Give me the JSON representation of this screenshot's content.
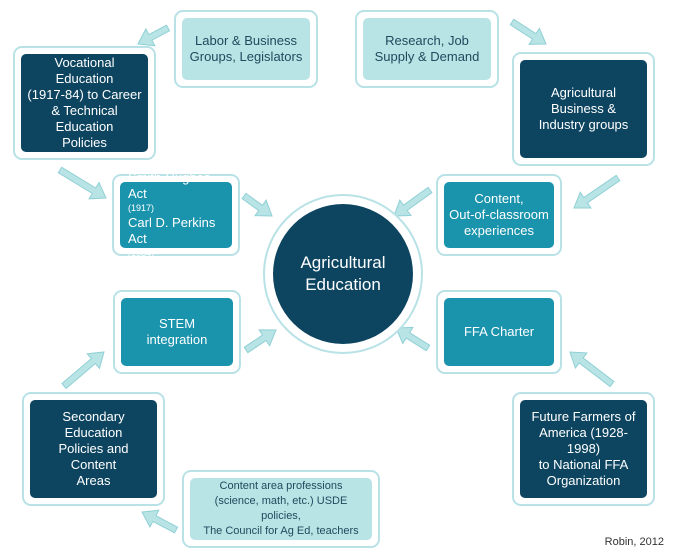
{
  "center": {
    "line1": "Agricultural",
    "line2": "Education"
  },
  "boxes": {
    "labor": {
      "lines": [
        "Labor & Business",
        "Groups, Legislators"
      ]
    },
    "research": {
      "lines": [
        "Research, Job",
        "Supply & Demand"
      ]
    },
    "vocational": {
      "lines": [
        "Vocational Education",
        "(1917-84) to Career",
        "& Technical Education",
        "Policies"
      ]
    },
    "agbusiness": {
      "lines": [
        "Agricultural",
        "Business &",
        "Industry groups"
      ]
    },
    "smith": {
      "act1": "Smith-Hughes Act",
      "year1": "(1917)",
      "act2": "Carl D. Perkins Act",
      "year2": "(1984)"
    },
    "content_exp": {
      "lines": [
        "Content,",
        "Out-of-classroom",
        "experiences"
      ]
    },
    "stem": {
      "lines": [
        "STEM",
        "integration"
      ]
    },
    "ffa_charter": {
      "lines": [
        "FFA Charter"
      ]
    },
    "secondary": {
      "lines": [
        "Secondary Education",
        "Policies and Content",
        "Areas"
      ]
    },
    "future_farmers": {
      "lines": [
        "Future Farmers of",
        "America (1928-1998)",
        "to National FFA",
        "Organization"
      ]
    },
    "professions": {
      "lines": [
        "Content area professions",
        "(science, math, etc.) USDE policies,",
        "The Council for Ag Ed, teachers"
      ]
    }
  },
  "credit": "Robin, 2012",
  "colors": {
    "dark": "#0d4561",
    "mid": "#1a93ac",
    "light": "#b9e4e5",
    "border": "#b8e2e6"
  }
}
